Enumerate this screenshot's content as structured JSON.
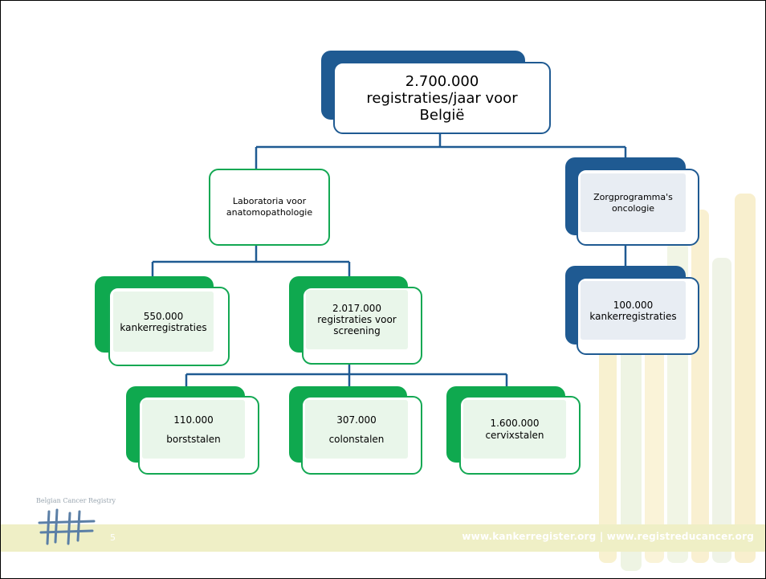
{
  "colors": {
    "navy": "#1f5a92",
    "green": "#0fa94f",
    "pale_green": "#e9f6ea",
    "pale_blue": "#e8edf3"
  },
  "root": {
    "label": "2.700.000 registraties/jaar voor België"
  },
  "left_branch": {
    "label": "Laboratoria voor anatomopathologie",
    "children": [
      {
        "label": "550.000 kankerregistraties"
      },
      {
        "label": "2.017.000 registraties voor screening",
        "children": [
          {
            "value": "110.000",
            "label": "borststalen"
          },
          {
            "value": "307.000",
            "label": "colonstalen"
          },
          {
            "value": "1.600.000",
            "label": "cervixstalen"
          }
        ]
      }
    ]
  },
  "right_branch": {
    "label": "Zorgprogramma's oncologie",
    "child": {
      "label": "100.000 kankerregistraties"
    }
  },
  "footer": {
    "brand": "Belgian Cancer Registry",
    "page_number": "5",
    "url": "www.kankerregister.org  |  www.registreducancer.org"
  }
}
